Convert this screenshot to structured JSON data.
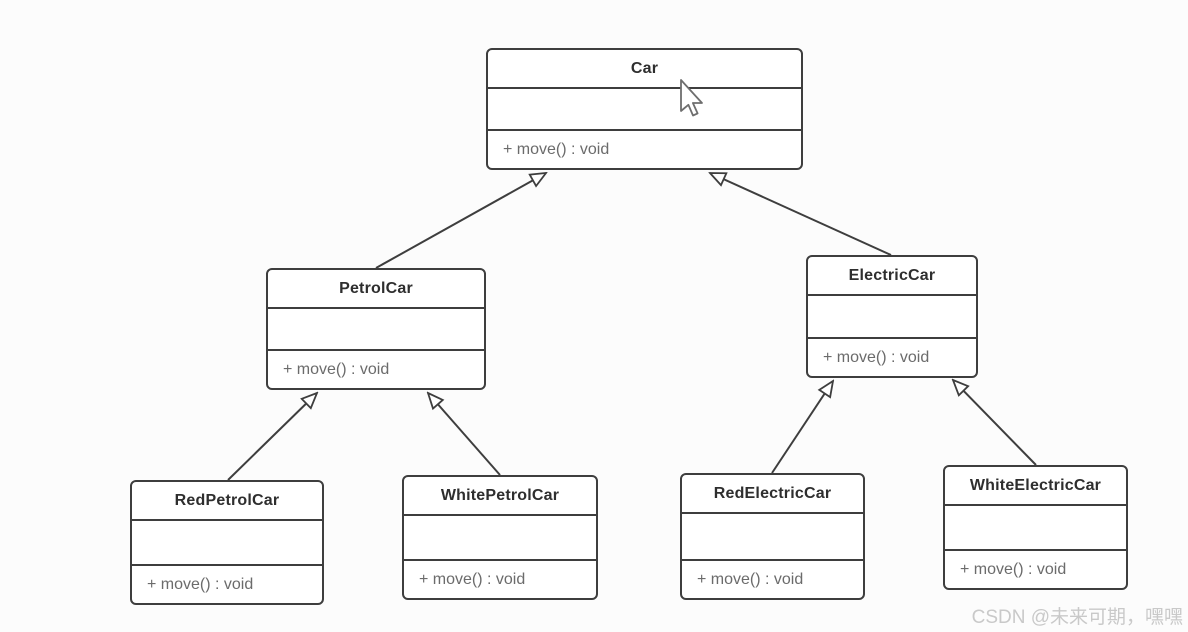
{
  "diagram": {
    "type": "uml-class-diagram",
    "classes": [
      {
        "name": "Car",
        "attributes": "",
        "method": "+ move() : void"
      },
      {
        "name": "PetrolCar",
        "attributes": "",
        "method": "+ move() : void"
      },
      {
        "name": "ElectricCar",
        "attributes": "",
        "method": "+ move() : void"
      },
      {
        "name": "RedPetrolCar",
        "attributes": "",
        "method": "+ move() : void"
      },
      {
        "name": "WhitePetrolCar",
        "attributes": "",
        "method": "+ move() : void"
      },
      {
        "name": "RedElectricCar",
        "attributes": "",
        "method": "+ move() : void"
      },
      {
        "name": "WhiteElectricCar",
        "attributes": "",
        "method": "+ move() : void"
      }
    ],
    "relations": [
      {
        "from": "PetrolCar",
        "to": "Car",
        "type": "inheritance"
      },
      {
        "from": "ElectricCar",
        "to": "Car",
        "type": "inheritance"
      },
      {
        "from": "RedPetrolCar",
        "to": "PetrolCar",
        "type": "inheritance"
      },
      {
        "from": "WhitePetrolCar",
        "to": "PetrolCar",
        "type": "inheritance"
      },
      {
        "from": "RedElectricCar",
        "to": "ElectricCar",
        "type": "inheritance"
      },
      {
        "from": "WhiteElectricCar",
        "to": "ElectricCar",
        "type": "inheritance"
      }
    ]
  },
  "watermark": {
    "text": "CSDN @未来可期，嘿嘿"
  },
  "colors": {
    "background": "#fcfcfc",
    "box_fill": "#ffffff",
    "box_border": "#3e3e3e",
    "title_text": "#2e2e2e",
    "method_text": "#6b6b6b",
    "watermark_text": "#c9c9c9"
  }
}
